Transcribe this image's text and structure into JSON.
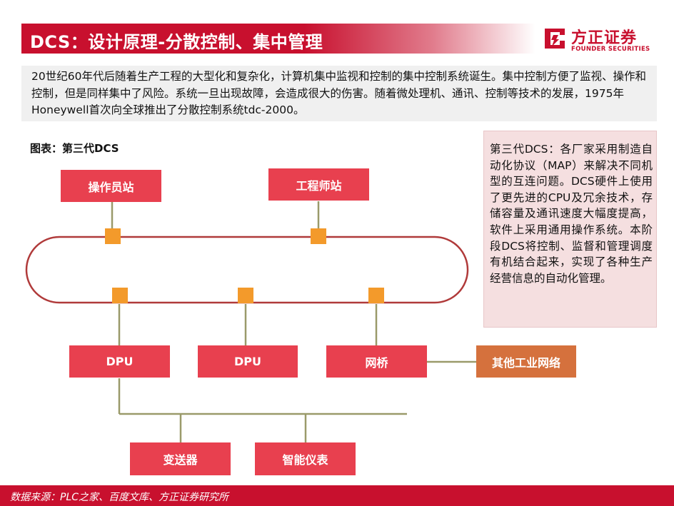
{
  "header": {
    "title": "DCS：设计原理-分散控制、集中管理",
    "logo_cn": "方正证券",
    "logo_en": "FOUNDER SECURITIES"
  },
  "intro": {
    "text": "20世纪60年代后随着生产工程的大型化和复杂化，计算机集中监视和控制的集中控制系统诞生。集中控制方便了监视、操作和控制，但是同样集中了风险。系统一旦出现故障，会造成很大的伤害。随着微处理机、通讯、控制等技术的发展，1975年Honeywell首次向全球推出了分散控制系统tdc-2000。"
  },
  "figure": {
    "caption": "图表：第三代DCS",
    "nodes": {
      "operator_station": "操作员站",
      "engineer_station": "工程师站",
      "dpu_1": "DPU",
      "dpu_2": "DPU",
      "bridge": "网桥",
      "other_network": "其他工业网络",
      "transmitter": "变送器",
      "smart_instrument": "智能仪表"
    }
  },
  "sidebox": {
    "text": "第三代DCS：各厂家采用制造自动化协议（MAP）来解决不同机型的互连问题。DCS硬件上使用了更先进的CPU及冗余技术，存储容量及通讯速度大幅度提高，软件上采用通用操作系统。本阶段DCS将控制、监督和管理调度有机结合起来，实现了各种生产经营信息的自动化管理。"
  },
  "footer": {
    "source": "数据来源：PLC之家、百度文库、方正证券研究所"
  },
  "colors": {
    "brand_red": "#c8102e",
    "node_red": "#e8404f",
    "node_orange": "#d5713d",
    "connector_orange": "#f39a2b",
    "line_olive": "#9a9a6a",
    "sidebox_bg": "#f5dfe0"
  }
}
